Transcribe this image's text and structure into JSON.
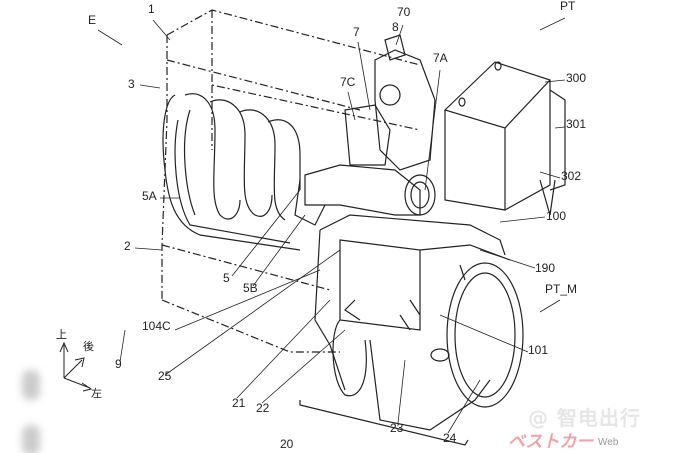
{
  "figure": {
    "labels": {
      "l1": "1",
      "E": "E",
      "PT": "PT",
      "l70": "70",
      "l8": "8",
      "l7": "7",
      "l7A": "7A",
      "l3": "3",
      "l7C": "7C",
      "l300": "300",
      "l301": "301",
      "l302": "302",
      "l100": "100",
      "l5A": "5A",
      "l2": "2",
      "l5": "5",
      "l5B": "5B",
      "l190": "190",
      "PT_M": "PT_M",
      "l104C": "104C",
      "l101": "101",
      "l9": "9",
      "l25": "25",
      "l21": "21",
      "l22": "22",
      "l23": "23",
      "l24": "24",
      "l20": "20"
    },
    "axes": {
      "up": "上",
      "back": "後",
      "left": "左"
    }
  },
  "watermark": {
    "top": "@ 智电出行",
    "brand": "ベストカー",
    "suffix": "Web"
  }
}
